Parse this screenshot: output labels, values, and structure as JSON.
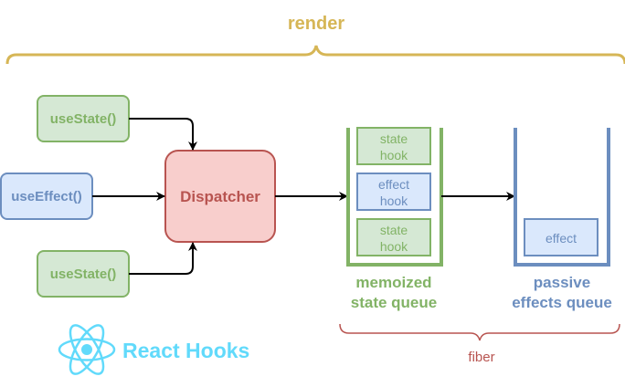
{
  "render_label": "render",
  "use_state_top": "useState()",
  "use_effect": "useEffect()",
  "use_state_bottom": "useState()",
  "dispatcher": "Dispatcher",
  "state_queue": {
    "items": [
      {
        "line1": "state",
        "line2": "hook"
      },
      {
        "line1": "effect",
        "line2": "hook"
      },
      {
        "line1": "state",
        "line2": "hook"
      }
    ],
    "caption_line1": "memoized",
    "caption_line2": "state queue"
  },
  "effects_queue": {
    "item": "effect",
    "caption_line1": "passive",
    "caption_line2": "effects queue"
  },
  "fiber_label": "fiber",
  "logo": {
    "text": "React Hooks"
  },
  "colors": {
    "render": "#d6b656",
    "green_fill": "#d5e8d4",
    "green_stroke": "#82b366",
    "blue_fill": "#dae8fc",
    "blue_stroke": "#6c8ebf",
    "red_fill": "#f8cecc",
    "red_stroke": "#b85450",
    "react": "#61dafb"
  }
}
